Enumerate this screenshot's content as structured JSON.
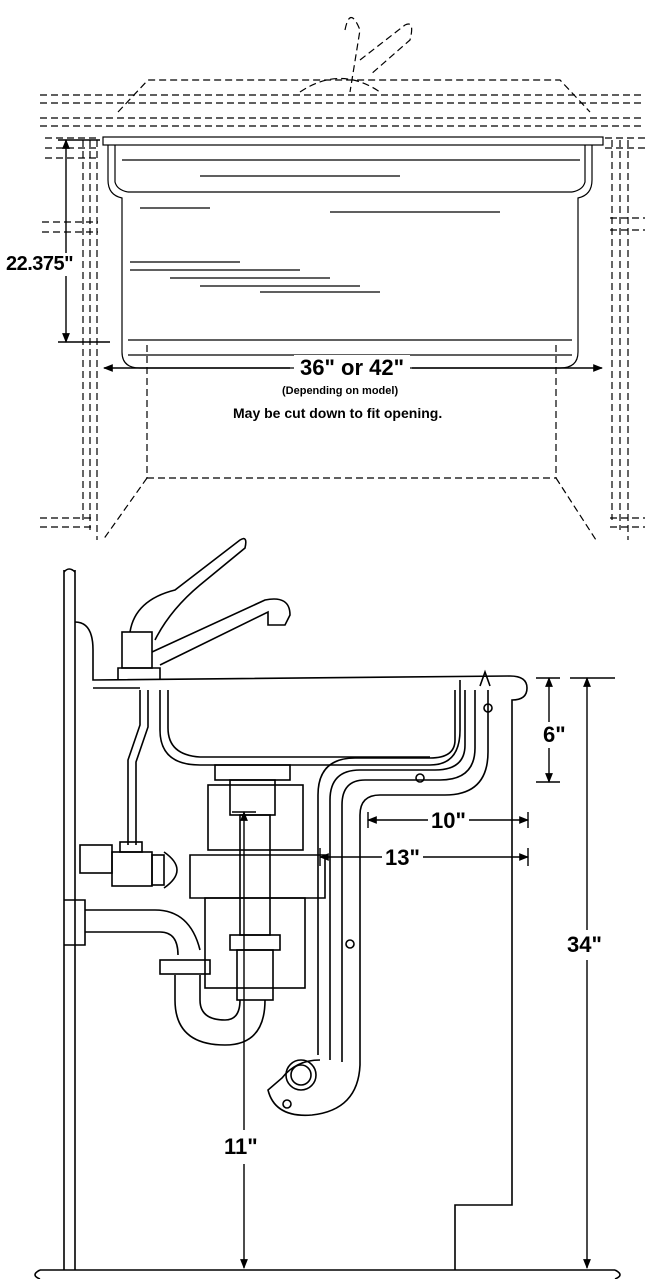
{
  "top_view": {
    "height_dim": "22.375\"",
    "width_dim": "36\" or 42\"",
    "width_note": "(Depending on model)",
    "cut_note": "May be cut down to fit opening."
  },
  "side_view": {
    "dim_6": "6\"",
    "dim_10": "10\"",
    "dim_34": "34\"",
    "dim_13": "13\"",
    "dim_11": "11\""
  }
}
